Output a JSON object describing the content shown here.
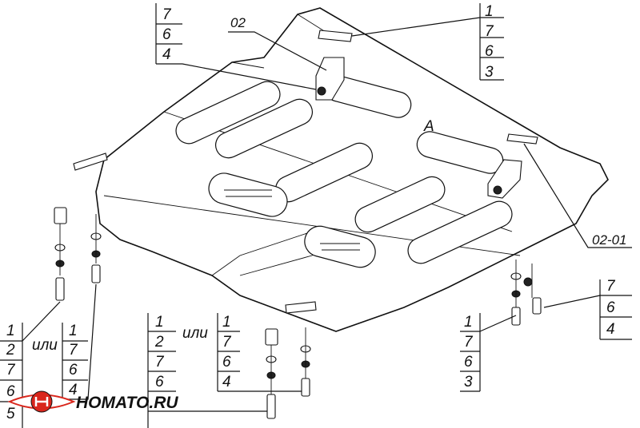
{
  "logo": {
    "text": "HOMATO.RU",
    "accent_color": "#d9261c"
  },
  "callouts": {
    "top_left_stack": [
      "7",
      "6",
      "4"
    ],
    "top_right_stack": [
      "1",
      "7",
      "6",
      "3"
    ],
    "ref_02": "02",
    "ref_02_01": "02-01",
    "plate_mark": "A",
    "left_stack": [
      "1",
      "2",
      "7",
      "6",
      "5"
    ],
    "left_or": "или",
    "left_second_stack": [
      "1",
      "7",
      "6",
      "4"
    ],
    "center_left_stack": [
      "1",
      "2",
      "7",
      "6"
    ],
    "center_or": "или",
    "center_right_stack": [
      "1",
      "7",
      "6",
      "4"
    ],
    "right_lower_stack": [
      "1",
      "7",
      "6",
      "3"
    ],
    "right_side_stack": [
      "7",
      "6",
      "4"
    ]
  }
}
